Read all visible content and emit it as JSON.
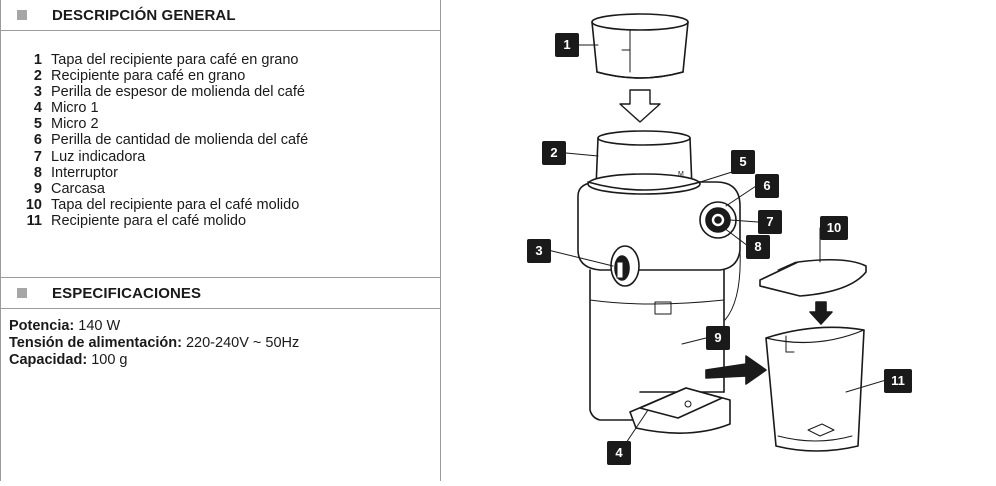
{
  "overview": {
    "title": "DESCRIPCIÓN GENERAL",
    "parts": [
      {
        "num": "1",
        "label": "Tapa del recipiente para café en grano"
      },
      {
        "num": "2",
        "label": "Recipiente para café en grano"
      },
      {
        "num": "3",
        "label": "Perilla de espesor de molienda del café"
      },
      {
        "num": "4",
        "label": "Micro 1"
      },
      {
        "num": "5",
        "label": "Micro 2"
      },
      {
        "num": "6",
        "label": "Perilla de cantidad de molienda del café"
      },
      {
        "num": "7",
        "label": "Luz indicadora"
      },
      {
        "num": "8",
        "label": "Interruptor"
      },
      {
        "num": "9",
        "label": "Carcasa"
      },
      {
        "num": "10",
        "label": "Tapa del recipiente para el café molido"
      },
      {
        "num": "11",
        "label": "Recipiente para el café molido"
      }
    ]
  },
  "specs": {
    "title": "ESPECIFICACIONES",
    "power_label": "Potencia:",
    "power_value": "140 W",
    "voltage_label": "Tensión de alimentación:",
    "voltage_value": "220-240V ~ 50Hz",
    "capacity_label": "Capacidad:",
    "capacity_value": "100 g"
  },
  "diagram": {
    "mark_m": "M",
    "callouts": [
      "1",
      "2",
      "3",
      "4",
      "5",
      "6",
      "7",
      "8",
      "9",
      "10",
      "11"
    ]
  }
}
